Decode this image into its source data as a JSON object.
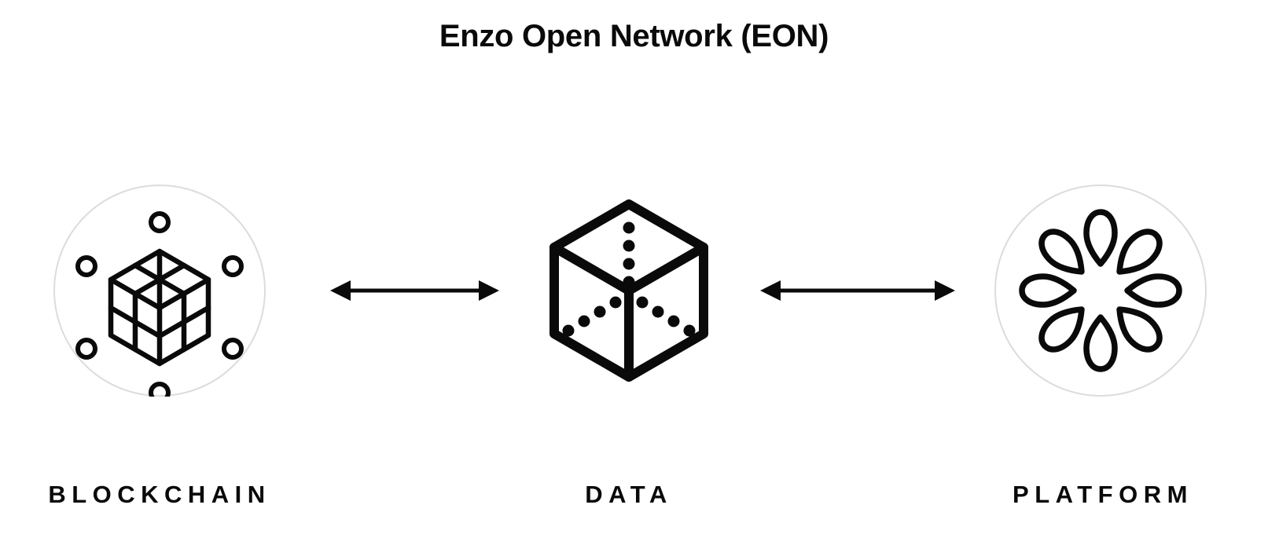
{
  "page": {
    "title": "Enzo Open Network (EON)",
    "background_color": "#ffffff",
    "ink_color": "#0a0a0a",
    "ring_color": "#dcdcdc"
  },
  "diagram": {
    "type": "three-node-bidirectional-flow",
    "nodes": [
      {
        "id": "blockchain",
        "label": "BLOCKCHAIN",
        "icon": "isometric-cube-network-icon",
        "has_ring": true
      },
      {
        "id": "data",
        "label": "DATA",
        "icon": "dotted-cube-icon",
        "has_ring": false
      },
      {
        "id": "platform",
        "label": "PLATFORM",
        "icon": "eight-petal-flower-icon",
        "has_ring": true
      }
    ],
    "connectors": [
      {
        "id": "connector-1",
        "from": "blockchain",
        "to": "data",
        "style": "double-headed-arrow"
      },
      {
        "id": "connector-2",
        "from": "data",
        "to": "platform",
        "style": "double-headed-arrow"
      }
    ]
  }
}
